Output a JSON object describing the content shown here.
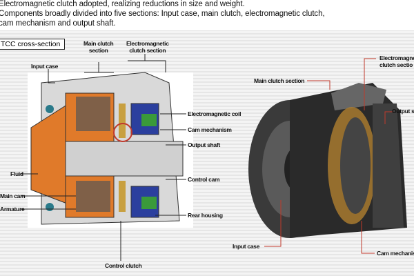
{
  "header": {
    "lines": [
      "Electromagnetic clutch adopted, realizing reductions in size and weight.",
      "Components broadly divided into five sections: Input case, main clutch, electromagnetic clutch,",
      "cam mechanism and output shaft."
    ]
  },
  "cross_section": {
    "title": "TCC cross-section",
    "labels": {
      "main_clutch_section": [
        "Main clutch",
        "section"
      ],
      "em_clutch_section": [
        "Electromagnetic",
        "clutch section"
      ],
      "input_case": "Input case",
      "electromagnetic_coil": "Electromagnetic coil",
      "cam_mechanism": "Cam mechanism",
      "output_shaft": "Output shaft",
      "fluid": "Fluid",
      "control_cam": "Control cam",
      "main_cam": "Main cam",
      "armature": "Armature",
      "rear_housing": "Rear housing",
      "control_clutch": "Control clutch"
    }
  },
  "assembly_view": {
    "labels": {
      "main_clutch_section": "Main clutch section",
      "em_clutch_section": [
        "Electromagne",
        "clutch sectio"
      ],
      "output_shaft": "Output s",
      "input_case": "Input case",
      "cam_mechanism": "Cam mechanis"
    },
    "leader_color": "#c0392b"
  },
  "colors": {
    "case": "#e07a2a",
    "coil": "#2b3f9e",
    "green": "#3a9a3a",
    "clutch": "#c8a040",
    "shaft": "#d8d8d8"
  }
}
